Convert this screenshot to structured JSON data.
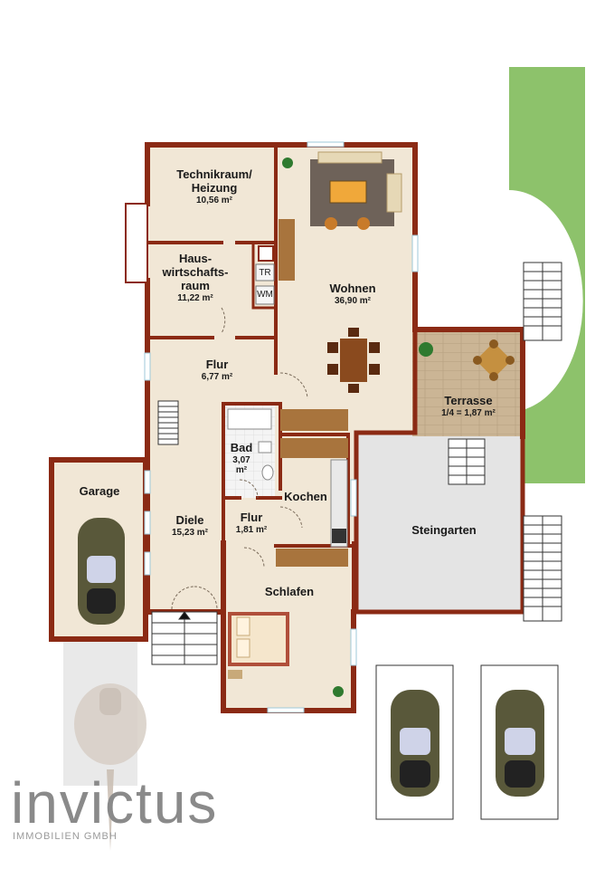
{
  "rooms": {
    "technik": {
      "name": "Technikraum/\nHeizung",
      "area": "10,56 m²"
    },
    "hauswirtschaft": {
      "name": "Haus-\nwirtschafts-\nraum",
      "area": "11,22 m²"
    },
    "wohnen": {
      "name": "Wohnen",
      "area": "36,90 m²"
    },
    "flur_top": {
      "name": "Flur",
      "area": "6,77 m²"
    },
    "terrasse": {
      "name": "Terrasse",
      "area": "1/4 = 1,87 m²"
    },
    "bad": {
      "name": "Bad",
      "area": "3,07\nm²"
    },
    "kochen": {
      "name": "Kochen",
      "area": ""
    },
    "garage": {
      "name": "Garage",
      "area": ""
    },
    "diele": {
      "name": "Diele",
      "area": "15,23 m²"
    },
    "flur_small": {
      "name": "Flur",
      "area": "1,81 m²"
    },
    "steingarten": {
      "name": "Steingarten",
      "area": ""
    },
    "schlafen": {
      "name": "Schlafen",
      "area": ""
    }
  },
  "appliances": {
    "dryer": "TR",
    "washer": "WM"
  },
  "logo": {
    "text": "invictus",
    "sub": "IMMOBILIEN GMBH"
  },
  "colors": {
    "wall": "#8b2a14",
    "floor": "#f1e7d6",
    "lawn": "#8dc26b",
    "paving": "#e2e2e2",
    "deck": "#cdb89a"
  }
}
